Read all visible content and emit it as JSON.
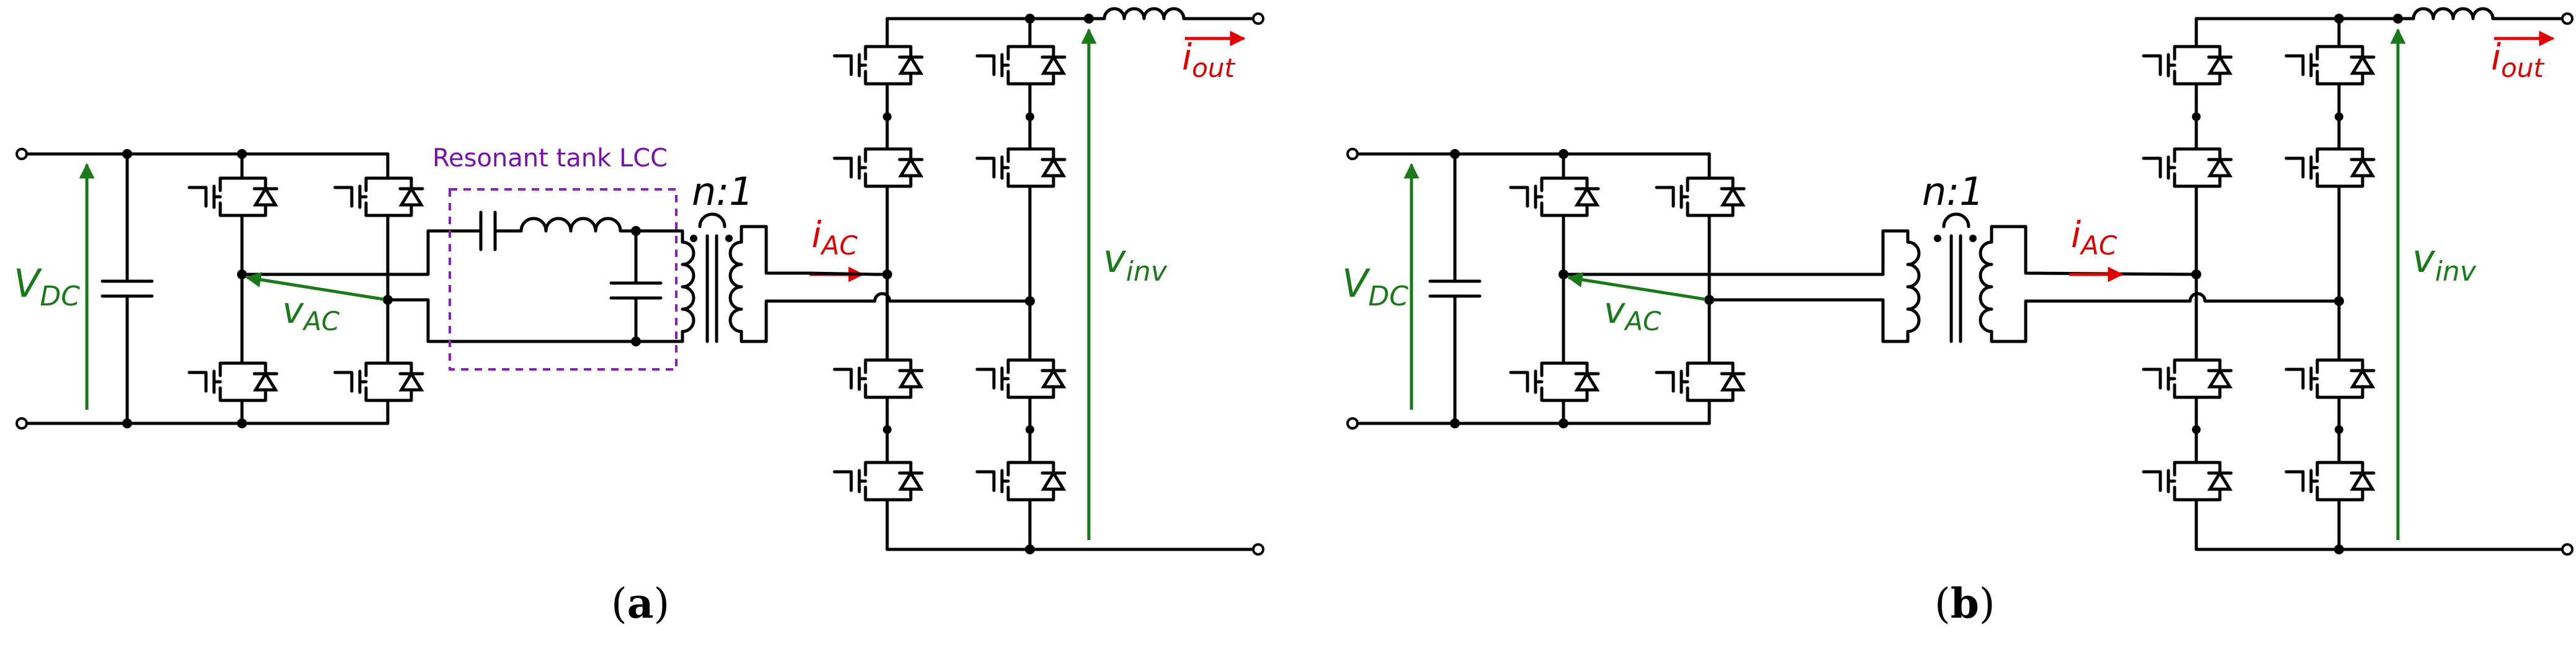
{
  "labels": {
    "vdc": "V",
    "vdc_sub": "DC",
    "vac": "v",
    "vac_sub": "AC",
    "iac": "i",
    "iac_sub": "AC",
    "iout": "i",
    "iout_sub": "out",
    "vinv": "v",
    "vinv_sub": "inv",
    "ratio": "n:1",
    "tank": "Resonant tank LCC"
  },
  "captions": {
    "a_open": "(",
    "a_letter": "a",
    "a_close": ")",
    "b_open": "(",
    "b_letter": "b",
    "b_close": ")"
  },
  "colors": {
    "voltage": "#1a7a1a",
    "current": "#e00000",
    "tank": "#8a1fc0"
  }
}
